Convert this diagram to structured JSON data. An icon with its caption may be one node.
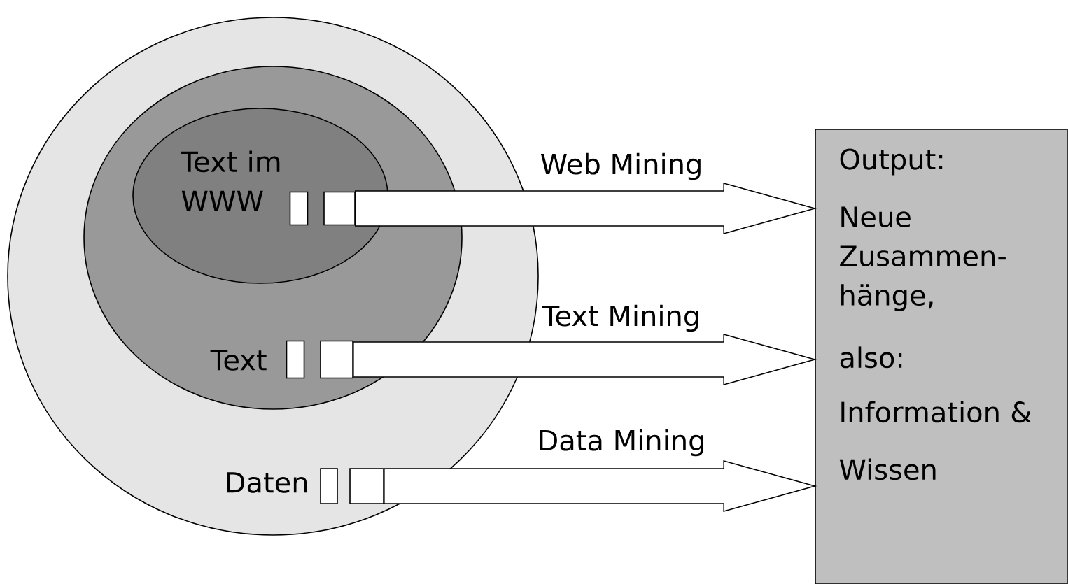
{
  "diagram": {
    "nodes": [
      {
        "text": [
          "Daten"
        ]
      },
      {
        "text": [
          "Text"
        ],
        "in": 0
      },
      {
        "text": [
          "Text im WWW"
        ],
        "in": 1
      },
      {
        "text": [],
        "shape": "box",
        "in": 2
      },
      {
        "text": [],
        "shape": "box",
        "in": 2
      },
      {
        "text": [],
        "shape": "box",
        "in": 1
      },
      {
        "text": [],
        "shape": "box",
        "in": 1
      },
      {
        "text": [],
        "shape": "box",
        "in": 0
      },
      {
        "text": [],
        "shape": "box",
        "in": 0
      },
      {
        "text": [
          "Output:",
          "Neue Zusammen- hänge,",
          "also:",
          "Information &",
          "Wissen"
        ]
      }
    ],
    "edges": [
      {
        "from": 4,
        "to": 9,
        "arrow": "to",
        "label": "Web Mining"
      },
      {
        "from": 6,
        "to": 9,
        "arrow": "to",
        "label": "Text Mining"
      },
      {
        "from": 8,
        "to": 9,
        "arrow": "to",
        "label": "Data Mining"
      }
    ]
  }
}
